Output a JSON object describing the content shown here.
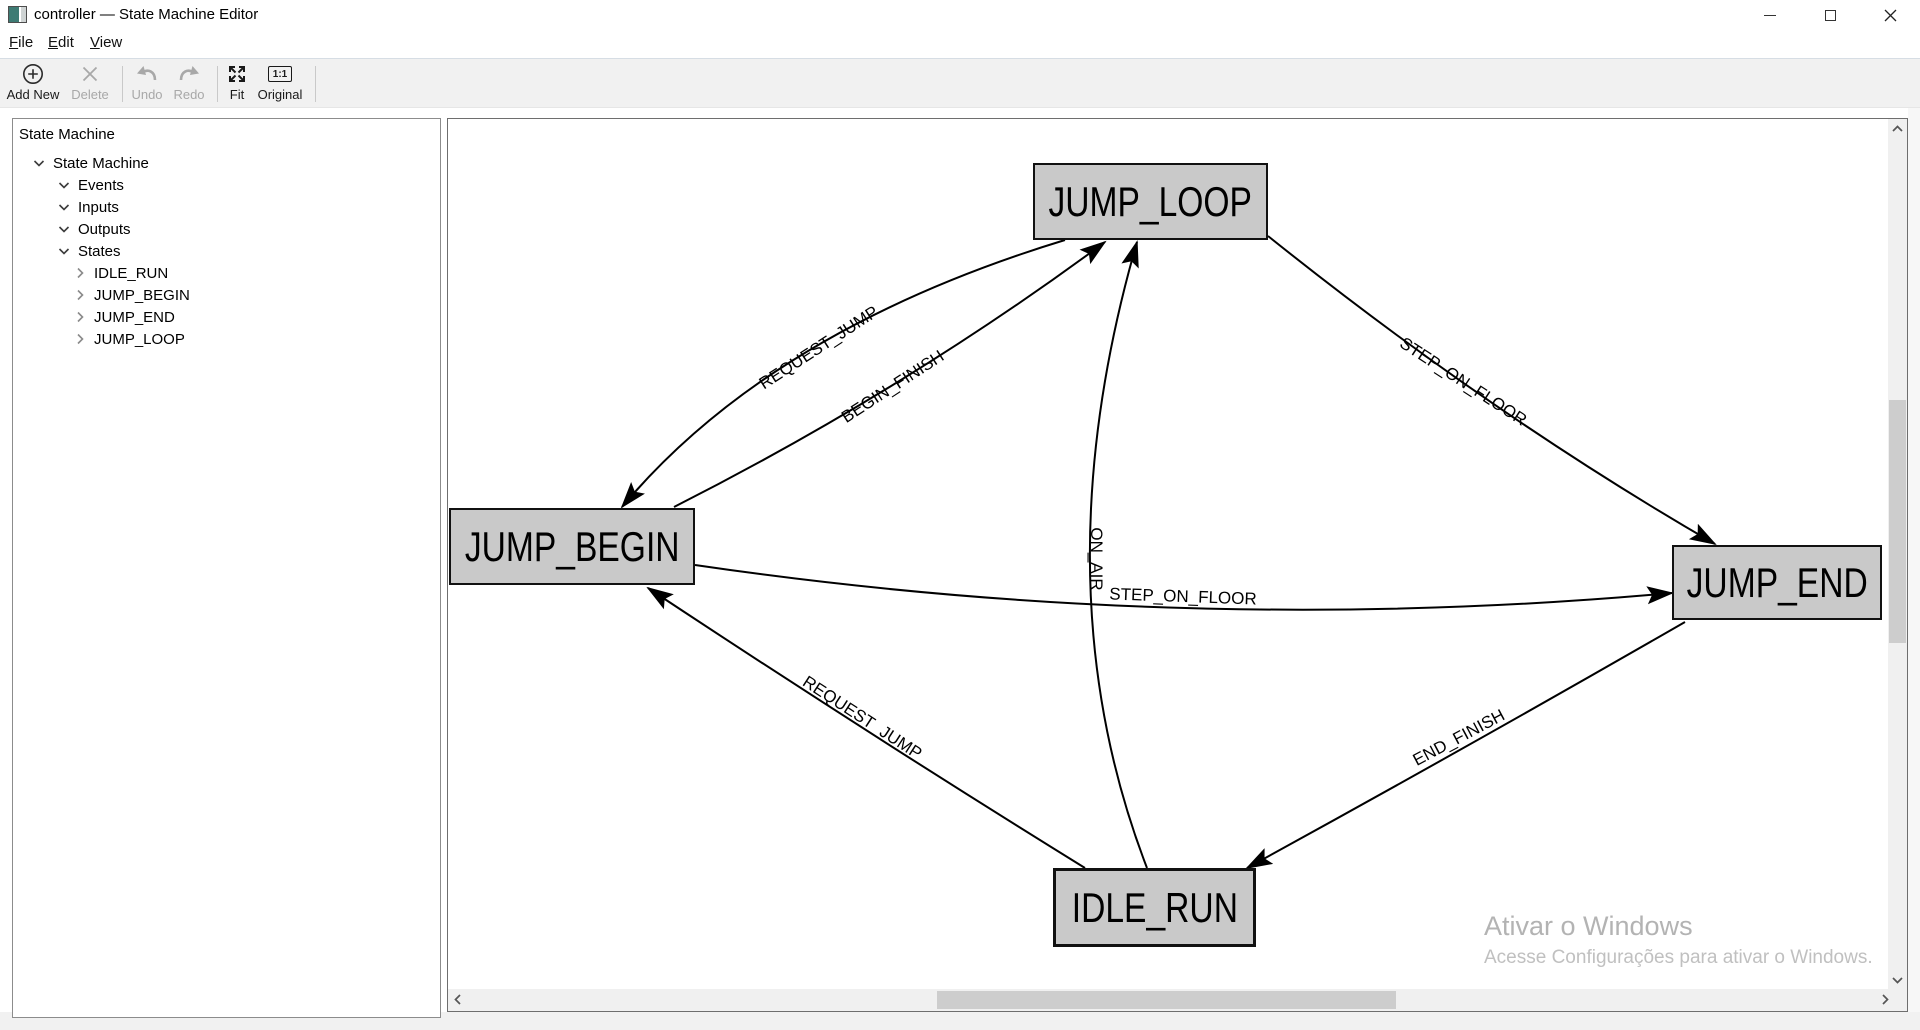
{
  "window": {
    "title": "controller — State Machine Editor"
  },
  "menu": {
    "items": [
      {
        "label": "File"
      },
      {
        "label": "Edit"
      },
      {
        "label": "View"
      }
    ]
  },
  "toolbar": {
    "buttons": [
      {
        "label": "Add New",
        "icon": "add-circle-icon",
        "enabled": true
      },
      {
        "label": "Delete",
        "icon": "delete-x-icon",
        "enabled": false
      },
      {
        "label": "Undo",
        "icon": "undo-arrow-icon",
        "enabled": false
      },
      {
        "label": "Redo",
        "icon": "redo-arrow-icon",
        "enabled": false
      },
      {
        "label": "Fit",
        "icon": "fit-expand-icon",
        "enabled": true
      },
      {
        "label": "Original",
        "icon": "one-to-one-icon",
        "enabled": true,
        "icon_text": "1:1"
      }
    ]
  },
  "sidebar": {
    "header": "State Machine",
    "tree": [
      {
        "label": "State Machine",
        "depth": 0,
        "state": "expanded"
      },
      {
        "label": "Events",
        "depth": 1,
        "state": "expanded"
      },
      {
        "label": "Inputs",
        "depth": 1,
        "state": "expanded"
      },
      {
        "label": "Outputs",
        "depth": 1,
        "state": "expanded"
      },
      {
        "label": "States",
        "depth": 1,
        "state": "expanded"
      },
      {
        "label": "IDLE_RUN",
        "depth": 2,
        "state": "collapsed"
      },
      {
        "label": "JUMP_BEGIN",
        "depth": 2,
        "state": "collapsed"
      },
      {
        "label": "JUMP_END",
        "depth": 2,
        "state": "collapsed"
      },
      {
        "label": "JUMP_LOOP",
        "depth": 2,
        "state": "collapsed"
      }
    ]
  },
  "diagram": {
    "nodes": [
      {
        "id": "JUMP_LOOP",
        "label": "JUMP_LOOP"
      },
      {
        "id": "JUMP_BEGIN",
        "label": "JUMP_BEGIN"
      },
      {
        "id": "JUMP_END",
        "label": "JUMP_END"
      },
      {
        "id": "IDLE_RUN",
        "label": "IDLE_RUN",
        "emphasis": "thick-border"
      }
    ],
    "edges": [
      {
        "from": "JUMP_LOOP",
        "to": "JUMP_BEGIN",
        "label": "REQUEST_JUMP"
      },
      {
        "from": "JUMP_BEGIN",
        "to": "JUMP_LOOP",
        "label": "BEGIN_FINISH"
      },
      {
        "from": "IDLE_RUN",
        "to": "JUMP_LOOP",
        "label": "ON_AIR"
      },
      {
        "from": "JUMP_BEGIN",
        "to": "JUMP_END",
        "label": "STEP_ON_FLOOR"
      },
      {
        "from": "JUMP_LOOP",
        "to": "JUMP_END",
        "label": "STEP_ON_FLOOR"
      },
      {
        "from": "JUMP_END",
        "to": "IDLE_RUN",
        "label": "END_FINISH"
      },
      {
        "from": "IDLE_RUN",
        "to": "JUMP_BEGIN",
        "label": "REQUEST_JUMP"
      }
    ],
    "watermark": {
      "title": "Ativar o Windows",
      "subtitle": "Acesse Configurações para ativar o Windows."
    }
  },
  "colors": {
    "node_fill": "#c9c9c9",
    "node_border": "#111111",
    "toolbar_bg": "#f1f1f1",
    "canvas_border": "#6e6e6e",
    "watermark": "#b3b3b3"
  }
}
